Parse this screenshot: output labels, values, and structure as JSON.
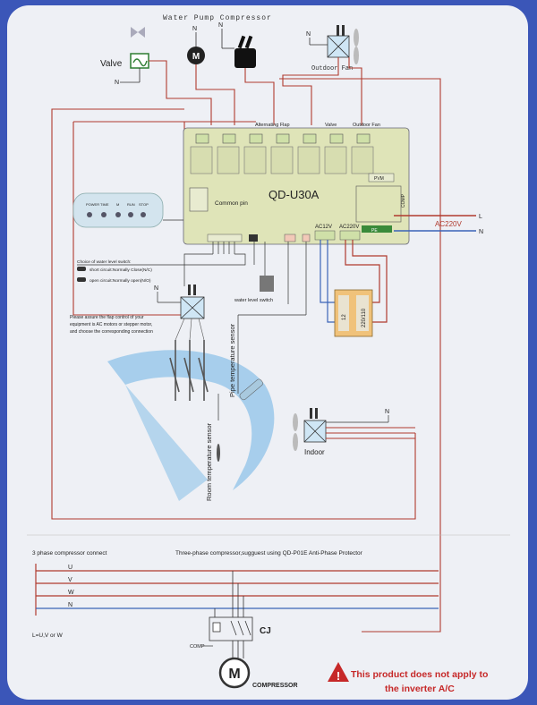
{
  "top_labels": {
    "title": "Water Pump Compressor",
    "valve": "Valve",
    "outdoor_fan": "Outdoor Fan",
    "neutral": "N"
  },
  "board": {
    "model": "QD-U30A",
    "relay_labels": [
      "Alternating Flap",
      "Valve",
      "Outdoor Fan"
    ],
    "common_pin": "Common pin",
    "pvm": "PVM",
    "comp": "COMP",
    "ac12v": "AC12V",
    "ac220v": "AC220V",
    "pe": "PE"
  },
  "power": {
    "line": "L",
    "neutral": "N",
    "ac220": "AC220V"
  },
  "remote": {
    "buttons": [
      "POWER",
      "TIME",
      "M",
      "RUN",
      "STOP"
    ]
  },
  "water_switch": {
    "choice": "Choice of water level switch:",
    "short": "short circuit:Normally Close(N/C)",
    "open": "open circuit:Normally open(N/O)",
    "label": "water level switch"
  },
  "notes": {
    "flap_line1": "Please assure the flap control of your",
    "flap_line2": "equipment is AC motors or stepper motor,",
    "flap_line3": "and choose the corresponding connection"
  },
  "sensors": {
    "pipe": "Pipe temperature sensor",
    "room": "Room temperature sensor"
  },
  "transformer": {
    "left": "12",
    "right": "220/110"
  },
  "indoor": {
    "label": "Indoor",
    "n": "N"
  },
  "three_phase": {
    "title": "3 phase compressor connect",
    "note": "Three-phase compressor,sugguest using QD-P01E Anti-Phase Protector",
    "phases": [
      "U",
      "V",
      "W",
      "N"
    ],
    "luvw": "L=U,V or W",
    "cj": "CJ",
    "comp": "COMP",
    "motor": "M",
    "compressor": "COMPRESSOR"
  },
  "warning": {
    "line1": "This product does not apply to",
    "line2": "the inverter A/C"
  },
  "colors": {
    "background": "#3b56b8",
    "panel": "#eef0f5",
    "wire_red": "#b03a2e",
    "wire_blue": "#3a63b8",
    "warning": "#c62828",
    "board": "#dfe4b8"
  }
}
